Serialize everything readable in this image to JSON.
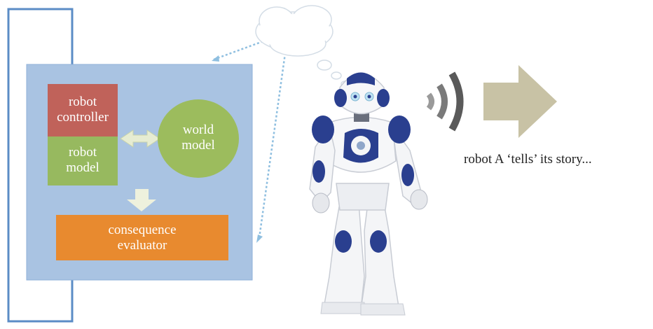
{
  "colors": {
    "feedback_line": "#5b8cc6",
    "panel_fill": "#a9c3e2",
    "panel_stroke": "#8fb0d8",
    "controller_box": "#c0625a",
    "model_box": "#97b95f",
    "world_model": "#9cbc5d",
    "evaluator_box": "#e88a2f",
    "double_arrow": "#e6ecd2",
    "down_arrow": "#eef1dd",
    "story_arrow": "#c8c2a5",
    "robot_body": "#f4f5f7",
    "robot_accent": "#2a3f8f"
  },
  "boxes": {
    "robot_controller": "robot\ncontroller",
    "robot_model": "robot\nmodel",
    "world_model": "world\nmodel",
    "consequence_evaluator": "consequence\nevaluator"
  },
  "icons": {
    "thought_cloud": "cloud-icon",
    "robot": "humanoid-robot",
    "signal": "wifi-signal-icon",
    "arrow": "right-arrow-icon"
  },
  "caption": "robot A ‘tells’ its story..."
}
